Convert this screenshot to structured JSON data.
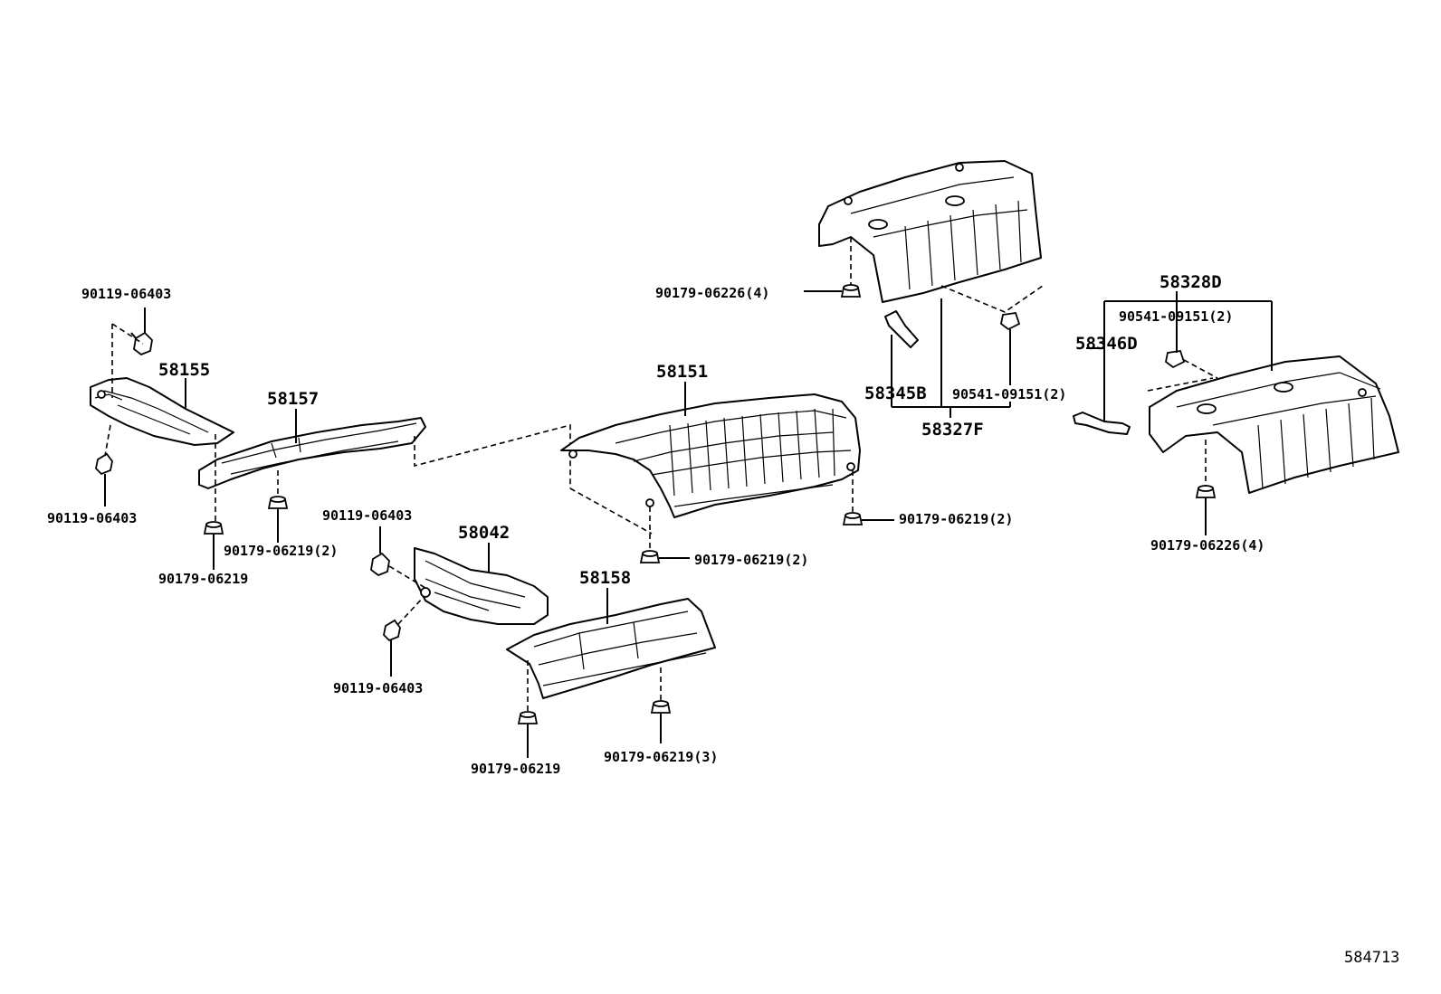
{
  "parts": {
    "p58155": "58155",
    "p58157": "58157",
    "p58151": "58151",
    "p58042": "58042",
    "p58158": "58158",
    "p58345B": "58345B",
    "p58327F": "58327F",
    "p58328D": "58328D",
    "p58346D": "58346D"
  },
  "fasteners": {
    "f_a": "90119-06403",
    "f_b": "90119-06403",
    "f_c": "90179-06219",
    "f_d": "90179-06219(2)",
    "f_e": "90119-06403",
    "f_f": "90119-06403",
    "f_g": "90179-06219",
    "f_h": "90179-06219(3)",
    "f_i": "90179-06219(2)",
    "f_j": "90179-06219(2)",
    "f_k": "90179-06226(4)",
    "f_l": "90541-09151(2)",
    "f_m": "90541-09151(2)",
    "f_n": "90179-06226(4)"
  },
  "figure_ref": "584713"
}
